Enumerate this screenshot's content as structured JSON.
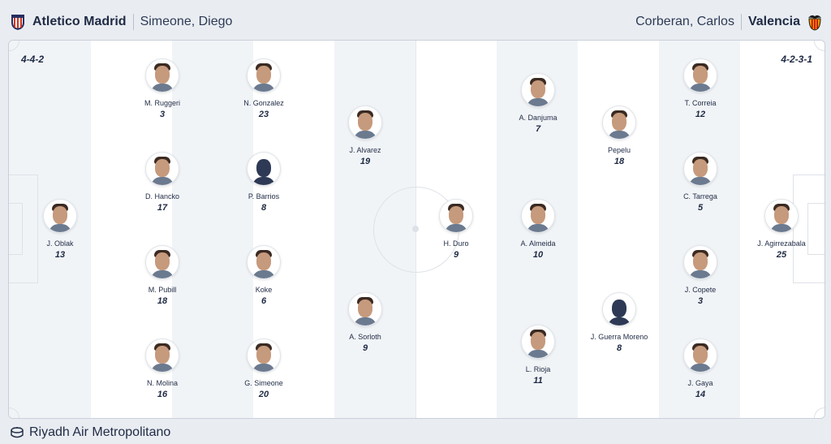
{
  "home": {
    "name": "Atletico Madrid",
    "coach": "Simeone, Diego",
    "formation": "4-4-2",
    "crest_icon": "atletico-crest-icon",
    "colors": {
      "primary": "#cb3524",
      "secondary": "#ffffff",
      "accent": "#272e61"
    },
    "players": [
      {
        "name": "J. Oblak",
        "number": "13"
      },
      {
        "name": "M. Ruggeri",
        "number": "3"
      },
      {
        "name": "D. Hancko",
        "number": "17"
      },
      {
        "name": "M. Pubill",
        "number": "18"
      },
      {
        "name": "N. Molina",
        "number": "16"
      },
      {
        "name": "N. Gonzalez",
        "number": "23"
      },
      {
        "name": "P. Barrios",
        "number": "8"
      },
      {
        "name": "Koke",
        "number": "6"
      },
      {
        "name": "G. Simeone",
        "number": "20"
      },
      {
        "name": "J. Alvarez",
        "number": "19"
      },
      {
        "name": "A. Sorloth",
        "number": "9"
      }
    ]
  },
  "away": {
    "name": "Valencia",
    "coach": "Corberan, Carlos",
    "formation": "4-2-3-1",
    "crest_icon": "valencia-bat-crest-icon",
    "colors": {
      "primary": "#f29400",
      "secondary": "#000000"
    },
    "players": [
      {
        "name": "J. Agirrezabala",
        "number": "25"
      },
      {
        "name": "T. Correia",
        "number": "12"
      },
      {
        "name": "C. Tarrega",
        "number": "5"
      },
      {
        "name": "J. Copete",
        "number": "3"
      },
      {
        "name": "J. Gaya",
        "number": "14"
      },
      {
        "name": "Pepelu",
        "number": "18"
      },
      {
        "name": "J. Guerra Moreno",
        "number": "8"
      },
      {
        "name": "A. Danjuma",
        "number": "7"
      },
      {
        "name": "A. Almeida",
        "number": "10"
      },
      {
        "name": "L. Rioja",
        "number": "11"
      },
      {
        "name": "H. Duro",
        "number": "9"
      }
    ]
  },
  "venue": {
    "name": "Riyadh Air Metropolitano",
    "icon": "stadium-icon"
  }
}
